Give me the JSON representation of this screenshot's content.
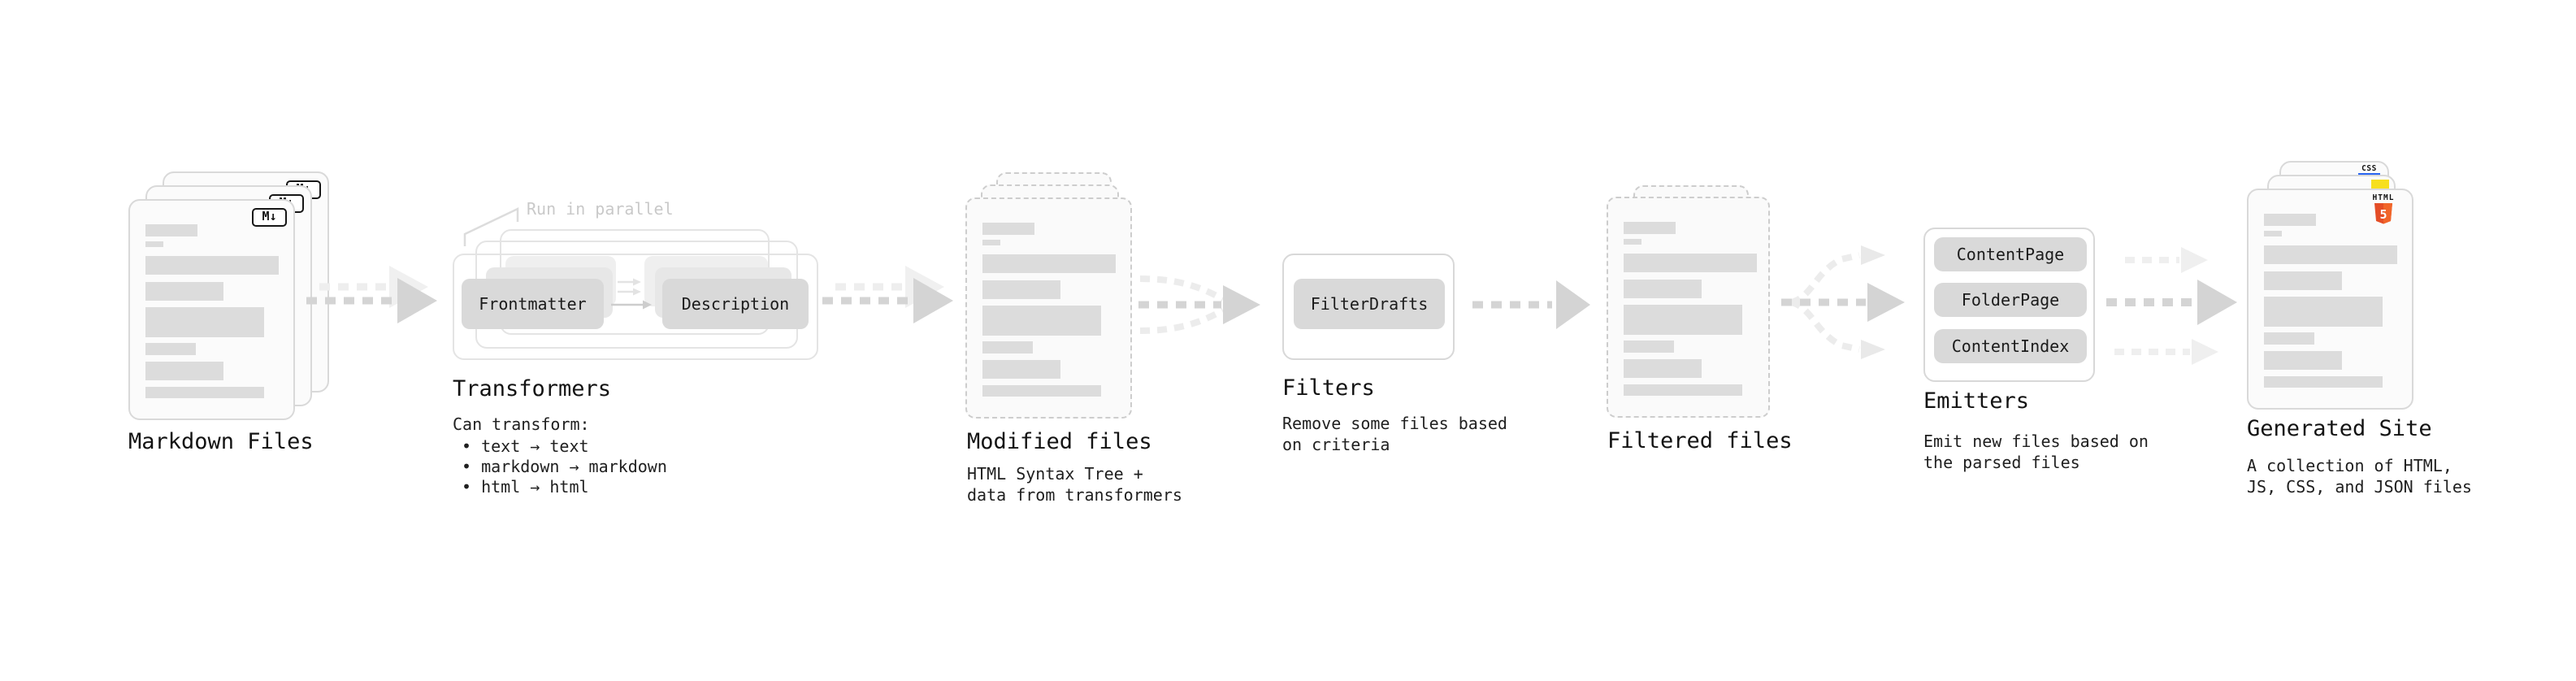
{
  "stages": [
    {
      "id": "markdown-files",
      "label": "Markdown Files"
    },
    {
      "id": "transformers",
      "label": "Transformers",
      "note": "Run in parallel",
      "transform_buttons": {
        "from": "Frontmatter",
        "to": "Description"
      },
      "heading": "Can transform:",
      "bullets": [
        "• text → text",
        "• markdown → markdown",
        "• html → html"
      ]
    },
    {
      "id": "modified-files",
      "label": "Modified files",
      "sub": [
        "HTML Syntax Tree +",
        "data from transformers"
      ]
    },
    {
      "id": "filters",
      "label": "Filters",
      "button": "FilterDrafts",
      "sub": [
        "Remove some files based",
        "on criteria"
      ]
    },
    {
      "id": "filtered-files",
      "label": "Filtered files"
    },
    {
      "id": "emitters",
      "label": "Emitters",
      "buttons": [
        "ContentPage",
        "FolderPage",
        "ContentIndex"
      ],
      "sub": [
        "Emit new files based on",
        "the parsed files"
      ]
    },
    {
      "id": "generated-site",
      "label": "Generated Site",
      "sub": [
        "A collection of HTML,",
        "JS, CSS, and JSON files"
      ]
    }
  ],
  "badges": {
    "markdown": "M↓",
    "css": "CSS",
    "html5_label": "HTML",
    "html5_digit": "5"
  },
  "colors": {
    "html5_shield": "#e44d26",
    "html5_shield_light": "#f16529",
    "js_yellow": "#f7df1e",
    "css_blue": "#2965f1",
    "card_border": "#d9d9d9",
    "dashed_border": "#cdcdcd",
    "placeholder_bar": "#dcdcdc",
    "button_fill": "#d9d9d9",
    "arrow": "#d4d4d4",
    "arrow_light": "#eeeeee",
    "note": "#c9c9c9",
    "text": "#161616"
  }
}
